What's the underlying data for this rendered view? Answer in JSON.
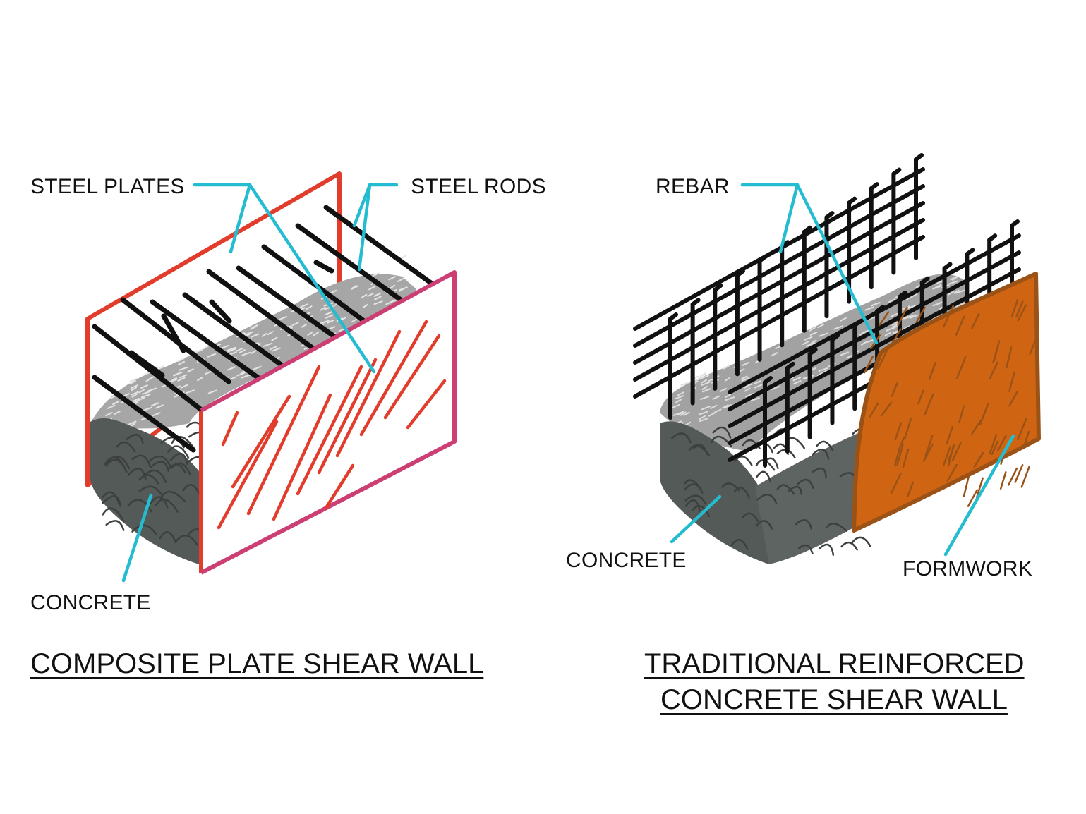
{
  "labels": {
    "left": {
      "steel_plates": "STEEL PLATES",
      "steel_rods": "STEEL RODS",
      "concrete": "CONCRETE",
      "title": "COMPOSITE PLATE SHEAR WALL"
    },
    "right": {
      "rebar": "REBAR",
      "concrete": "CONCRETE",
      "formwork": "FORMWORK",
      "title_line1": "TRADITIONAL REINFORCED",
      "title_line2": "CONCRETE SHEAR WALL"
    }
  },
  "colors": {
    "steel_plate_red": "#e23d2c",
    "steel_plate_magenta": "#cc3f74",
    "rod_black": "#111111",
    "concrete_dark": "#545a58",
    "concrete_light": "#9a9a9a",
    "formwork_orange": "#cf6512",
    "formwork_brown": "#9b5216",
    "leader_cyan": "#24bcd1"
  }
}
